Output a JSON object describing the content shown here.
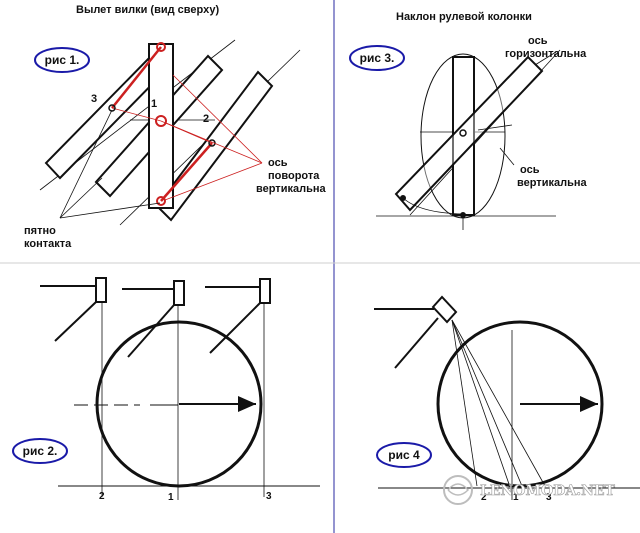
{
  "titles": {
    "fork_offset": "Вылет вилки  (вид сверху)",
    "column_tilt": "Наклон рулевой колонки"
  },
  "figures": {
    "fig1": "рис 1.",
    "fig2": "рис 2.",
    "fig3": "рис 3.",
    "fig4": "рис 4"
  },
  "fig1_labels": {
    "n1": "1",
    "n2": "2",
    "n3": "3",
    "contact_patch_1": "пятно",
    "contact_patch_2": "контакта",
    "axis_1": "ось",
    "axis_2": "поворота",
    "axis_3": "вертикальна"
  },
  "fig3_labels": {
    "horizontal_1": "ось",
    "horizontal_2": "горизонтальна",
    "vertical_1": "ось",
    "vertical_2": "вертикальна"
  },
  "fig2_axis": {
    "l2": "2",
    "l1": "1",
    "l3": "3"
  },
  "fig4_axis": {
    "l2": "2",
    "l1": "1",
    "l3": "3"
  },
  "watermark": "LENOMODA.NET",
  "colors": {
    "line": "#111111",
    "accent_red": "#cc2020",
    "divider_blue": "#2a2aa0",
    "badge_border": "#1a1aa8"
  }
}
